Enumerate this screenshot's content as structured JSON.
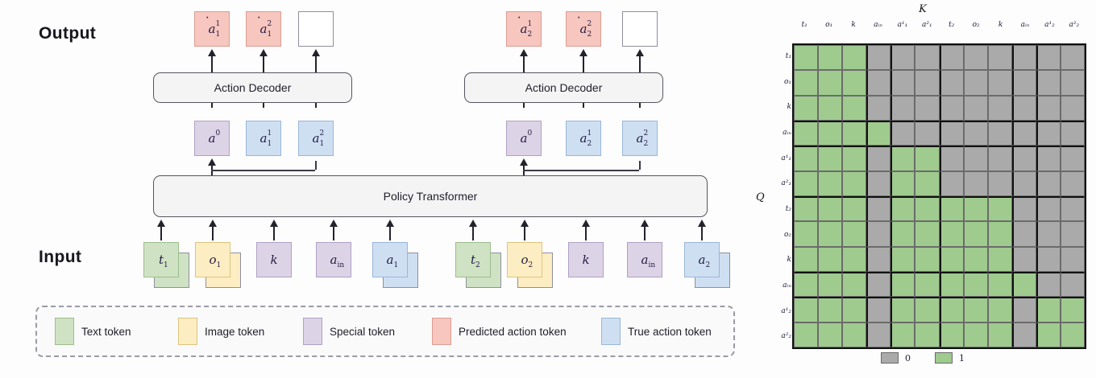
{
  "sections": {
    "output_label": "Output",
    "input_label": "Input"
  },
  "modules": {
    "action_decoder": "Action Decoder",
    "policy_transformer": "Policy Transformer"
  },
  "colors": {
    "text_token": "#cfe3c4",
    "image_token": "#fdedc2",
    "special_token": "#ddd3e6",
    "predicted_action_token": "#f6c6bf",
    "true_action_token": "#cfdff2",
    "mask_on": "#9fcb8e",
    "mask_off": "#aaaaaa"
  },
  "group1": {
    "outputs": [
      {
        "base": "a",
        "sup": "1",
        "sub": "1",
        "hat": true,
        "kind": "predicted"
      },
      {
        "base": "a",
        "sup": "2",
        "sub": "1",
        "hat": true,
        "kind": "predicted"
      },
      {
        "base": "",
        "sup": "",
        "sub": "",
        "hat": false,
        "kind": "empty"
      }
    ],
    "actions": [
      {
        "base": "a",
        "sup": "0",
        "sub": "",
        "kind": "special"
      },
      {
        "base": "a",
        "sup": "1",
        "sub": "1",
        "kind": "true"
      },
      {
        "base": "a",
        "sup": "2",
        "sub": "1",
        "kind": "true"
      }
    ],
    "inputs": [
      {
        "base": "t",
        "sup": "",
        "sub": "1",
        "kind": "text",
        "stacked": true
      },
      {
        "base": "o",
        "sup": "",
        "sub": "1",
        "kind": "image",
        "stacked": true
      },
      {
        "base": "k",
        "sup": "",
        "sub": "",
        "kind": "special",
        "stacked": false
      },
      {
        "base": "a",
        "sup": "",
        "sub": "in",
        "kind": "special",
        "stacked": false
      },
      {
        "base": "a",
        "sup": "",
        "sub": "1",
        "kind": "true",
        "stacked": true
      }
    ]
  },
  "group2": {
    "outputs": [
      {
        "base": "a",
        "sup": "1",
        "sub": "2",
        "hat": true,
        "kind": "predicted"
      },
      {
        "base": "a",
        "sup": "2",
        "sub": "2",
        "hat": true,
        "kind": "predicted"
      },
      {
        "base": "",
        "sup": "",
        "sub": "",
        "hat": false,
        "kind": "empty"
      }
    ],
    "actions": [
      {
        "base": "a",
        "sup": "0",
        "sub": "",
        "kind": "special"
      },
      {
        "base": "a",
        "sup": "1",
        "sub": "2",
        "kind": "true"
      },
      {
        "base": "a",
        "sup": "2",
        "sub": "2",
        "kind": "true"
      }
    ],
    "inputs": [
      {
        "base": "t",
        "sup": "",
        "sub": "2",
        "kind": "text",
        "stacked": true
      },
      {
        "base": "o",
        "sup": "",
        "sub": "2",
        "kind": "image",
        "stacked": true
      },
      {
        "base": "k",
        "sup": "",
        "sub": "",
        "kind": "special",
        "stacked": false
      },
      {
        "base": "a",
        "sup": "",
        "sub": "in",
        "kind": "special",
        "stacked": false
      },
      {
        "base": "a",
        "sup": "",
        "sub": "2",
        "kind": "true",
        "stacked": true
      }
    ]
  },
  "legend": [
    {
      "label": "Text token",
      "color": "#cfe3c4",
      "border": "#9dbd8d"
    },
    {
      "label": "Image token",
      "color": "#fdedc2",
      "border": "#dcc480"
    },
    {
      "label": "Special token",
      "color": "#ddd3e6",
      "border": "#b0a0c4"
    },
    {
      "label": "Predicted action token",
      "color": "#f6c6bf",
      "border": "#dd9d93"
    },
    {
      "label": "True action token",
      "color": "#cfdff2",
      "border": "#9ab6d8"
    }
  ],
  "matrix": {
    "k_axis_label": "K",
    "q_axis_label": "Q",
    "columns": [
      "t₁",
      "o₁",
      "k",
      "aᵢₙ",
      "a¹₁",
      "a²₁",
      "t₂",
      "o₂",
      "k",
      "aᵢₙ",
      "a¹₂",
      "a²₂"
    ],
    "rows": [
      "t₁",
      "o₁",
      "k",
      "aᵢₙ",
      "a¹₁",
      "a²₁",
      "t₂",
      "o₂",
      "k",
      "aᵢₙ",
      "a¹₂",
      "a²₂"
    ],
    "block_boundaries": [
      3,
      4,
      6,
      9,
      10
    ],
    "legend": [
      {
        "label": "0",
        "color": "#aaaaaa"
      },
      {
        "label": "1",
        "color": "#9fcb8e"
      }
    ],
    "values": [
      [
        1,
        1,
        1,
        0,
        0,
        0,
        0,
        0,
        0,
        0,
        0,
        0
      ],
      [
        1,
        1,
        1,
        0,
        0,
        0,
        0,
        0,
        0,
        0,
        0,
        0
      ],
      [
        1,
        1,
        1,
        0,
        0,
        0,
        0,
        0,
        0,
        0,
        0,
        0
      ],
      [
        1,
        1,
        1,
        1,
        0,
        0,
        0,
        0,
        0,
        0,
        0,
        0
      ],
      [
        1,
        1,
        1,
        0,
        1,
        1,
        0,
        0,
        0,
        0,
        0,
        0
      ],
      [
        1,
        1,
        1,
        0,
        1,
        1,
        0,
        0,
        0,
        0,
        0,
        0
      ],
      [
        1,
        1,
        1,
        0,
        1,
        1,
        1,
        1,
        1,
        0,
        0,
        0
      ],
      [
        1,
        1,
        1,
        0,
        1,
        1,
        1,
        1,
        1,
        0,
        0,
        0
      ],
      [
        1,
        1,
        1,
        0,
        1,
        1,
        1,
        1,
        1,
        0,
        0,
        0
      ],
      [
        1,
        1,
        1,
        0,
        1,
        1,
        1,
        1,
        1,
        1,
        0,
        0
      ],
      [
        1,
        1,
        1,
        0,
        1,
        1,
        1,
        1,
        1,
        0,
        1,
        1
      ],
      [
        1,
        1,
        1,
        0,
        1,
        1,
        1,
        1,
        1,
        0,
        1,
        1
      ]
    ]
  }
}
